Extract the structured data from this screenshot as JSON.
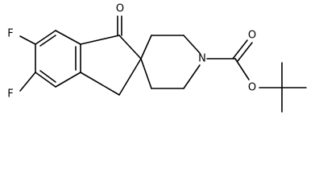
{
  "structure": {
    "atoms": {
      "f_upper": "F",
      "f_lower": "F",
      "o_ketone": "O",
      "n_piperidine": "N",
      "o_carbonyl": "O",
      "o_ester": "O"
    }
  }
}
